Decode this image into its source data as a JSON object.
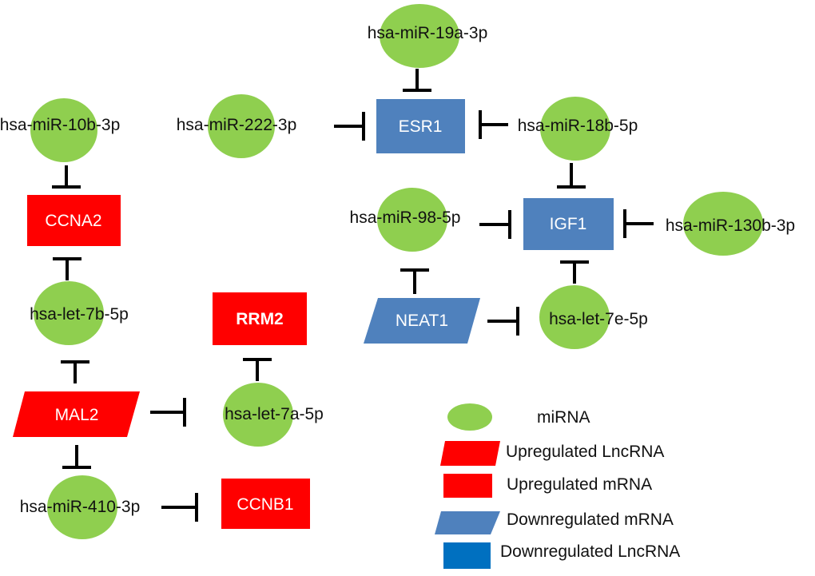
{
  "colors": {
    "mirna": "#8fcf4f",
    "upregulated": "#ff0000",
    "downregulated_box": "#4f81bd",
    "downregulated_legend_lnc": "#0070c0",
    "text": "#111111",
    "edge": "#000000"
  },
  "mirnas": {
    "m19a": "hsa-miR-19a-3p",
    "m10b": "hsa-miR-10b-3p",
    "m222": "hsa-miR-222-3p",
    "m18b": "hsa-miR-18b-5p",
    "m98": "hsa-miR-98-5p",
    "m130b": "hsa-miR-130b-3p",
    "let7b": "hsa-let-7b-5p",
    "let7e": "hsa-let-7e-5p",
    "let7a": "hsa-let-7a-5p",
    "m410": "hsa-miR-410-3p"
  },
  "genes": {
    "esr1": "ESR1",
    "igf1": "IGF1",
    "neat1": "NEAT1",
    "ccna2": "CCNA2",
    "rrm2": "RRM2",
    "mal2": "MAL2",
    "ccnb1": "CCNB1"
  },
  "legend": {
    "mirna": "miRNA",
    "up_lnc": "Upregulated LncRNA",
    "up_mrna": "Upregulated mRNA",
    "down_mrna": "Downregulated mRNA",
    "down_lnc": "Downregulated LncRNA"
  }
}
